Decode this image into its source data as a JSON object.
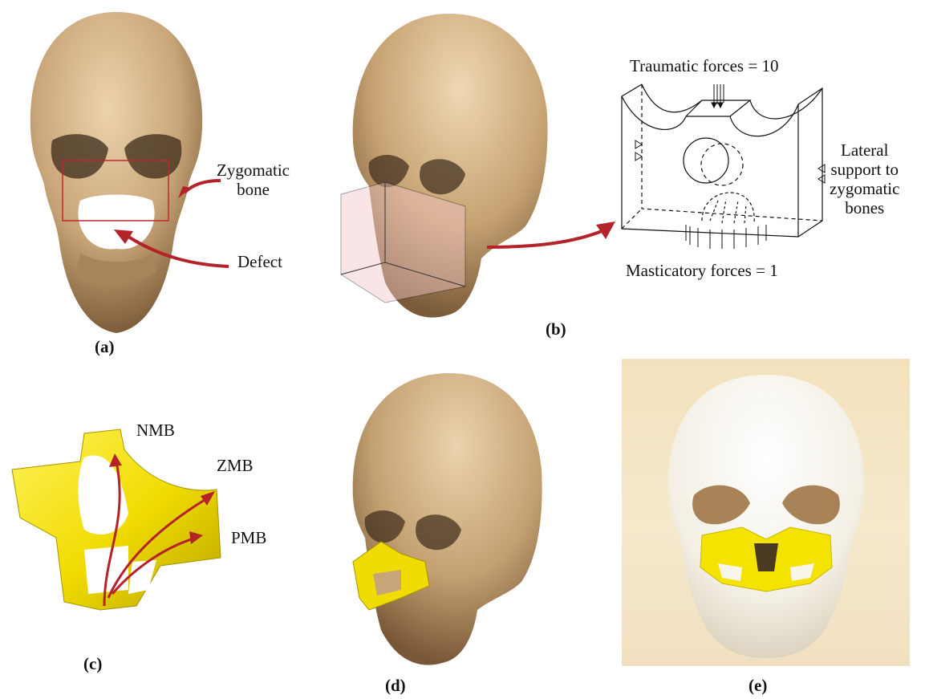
{
  "panels": {
    "a": {
      "caption": "(a)",
      "zygomatic_label": "Zygomatic\nbone",
      "defect_label": "Defect"
    },
    "b": {
      "caption": "(b)",
      "traumatic": "Traumatic forces = 10",
      "lateral": "Lateral\nsupport to\nzygomatic\nbones",
      "masticatory": "Masticatory forces = 1"
    },
    "c": {
      "caption": "(c)",
      "nmb": "NMB",
      "zmb": "ZMB",
      "pmb": "PMB"
    },
    "d": {
      "caption": "(d)"
    },
    "e": {
      "caption": "(e)"
    }
  },
  "colors": {
    "bone": "#c8a97e",
    "bone_dark": "#8c6a45",
    "implant": "#f2e000",
    "arrow": "#b4232a",
    "photo_bg": "#f4e4c3",
    "printed_skull": "#f6f3ec"
  }
}
